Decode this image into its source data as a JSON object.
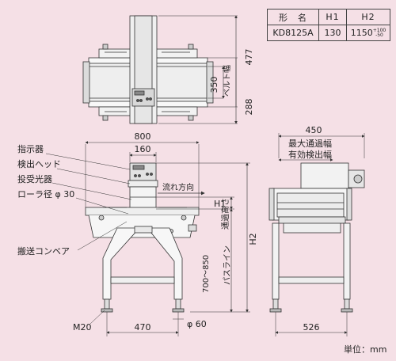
{
  "spec_table": {
    "headers": [
      "形　名",
      "H1",
      "H2"
    ],
    "rows": [
      {
        "model": "KD8125A",
        "h1": "130",
        "h2": "1150",
        "h2_tol_plus": "+100",
        "h2_tol_minus": "-50"
      }
    ]
  },
  "top_view": {
    "dim_length": "477",
    "dim_350": "350",
    "dim_288": "288",
    "belt_width_label": "ベルト幅"
  },
  "front_view": {
    "dim_800": "800",
    "dim_160": "160",
    "label_indicator": "指示器",
    "label_head": "検出ヘッド",
    "label_emitter": "投受光器",
    "label_roller": "ローラ径 φ 30",
    "label_conveyor": "搬送コンベア",
    "label_flow": "流れ方向",
    "label_h1": "H1",
    "label_clearance": "通過高さ",
    "label_h2": "H2",
    "label_pass_height": "700〜850",
    "label_passline": "パスライン",
    "label_m20": "M20",
    "dim_470": "470",
    "dim_phi60": "φ 60"
  },
  "side_view": {
    "dim_450": "450",
    "label_max_width": "最大通過幅",
    "label_eff_width": "有効検出幅",
    "dim_526": "526"
  },
  "unit_label": "単位：mm"
}
